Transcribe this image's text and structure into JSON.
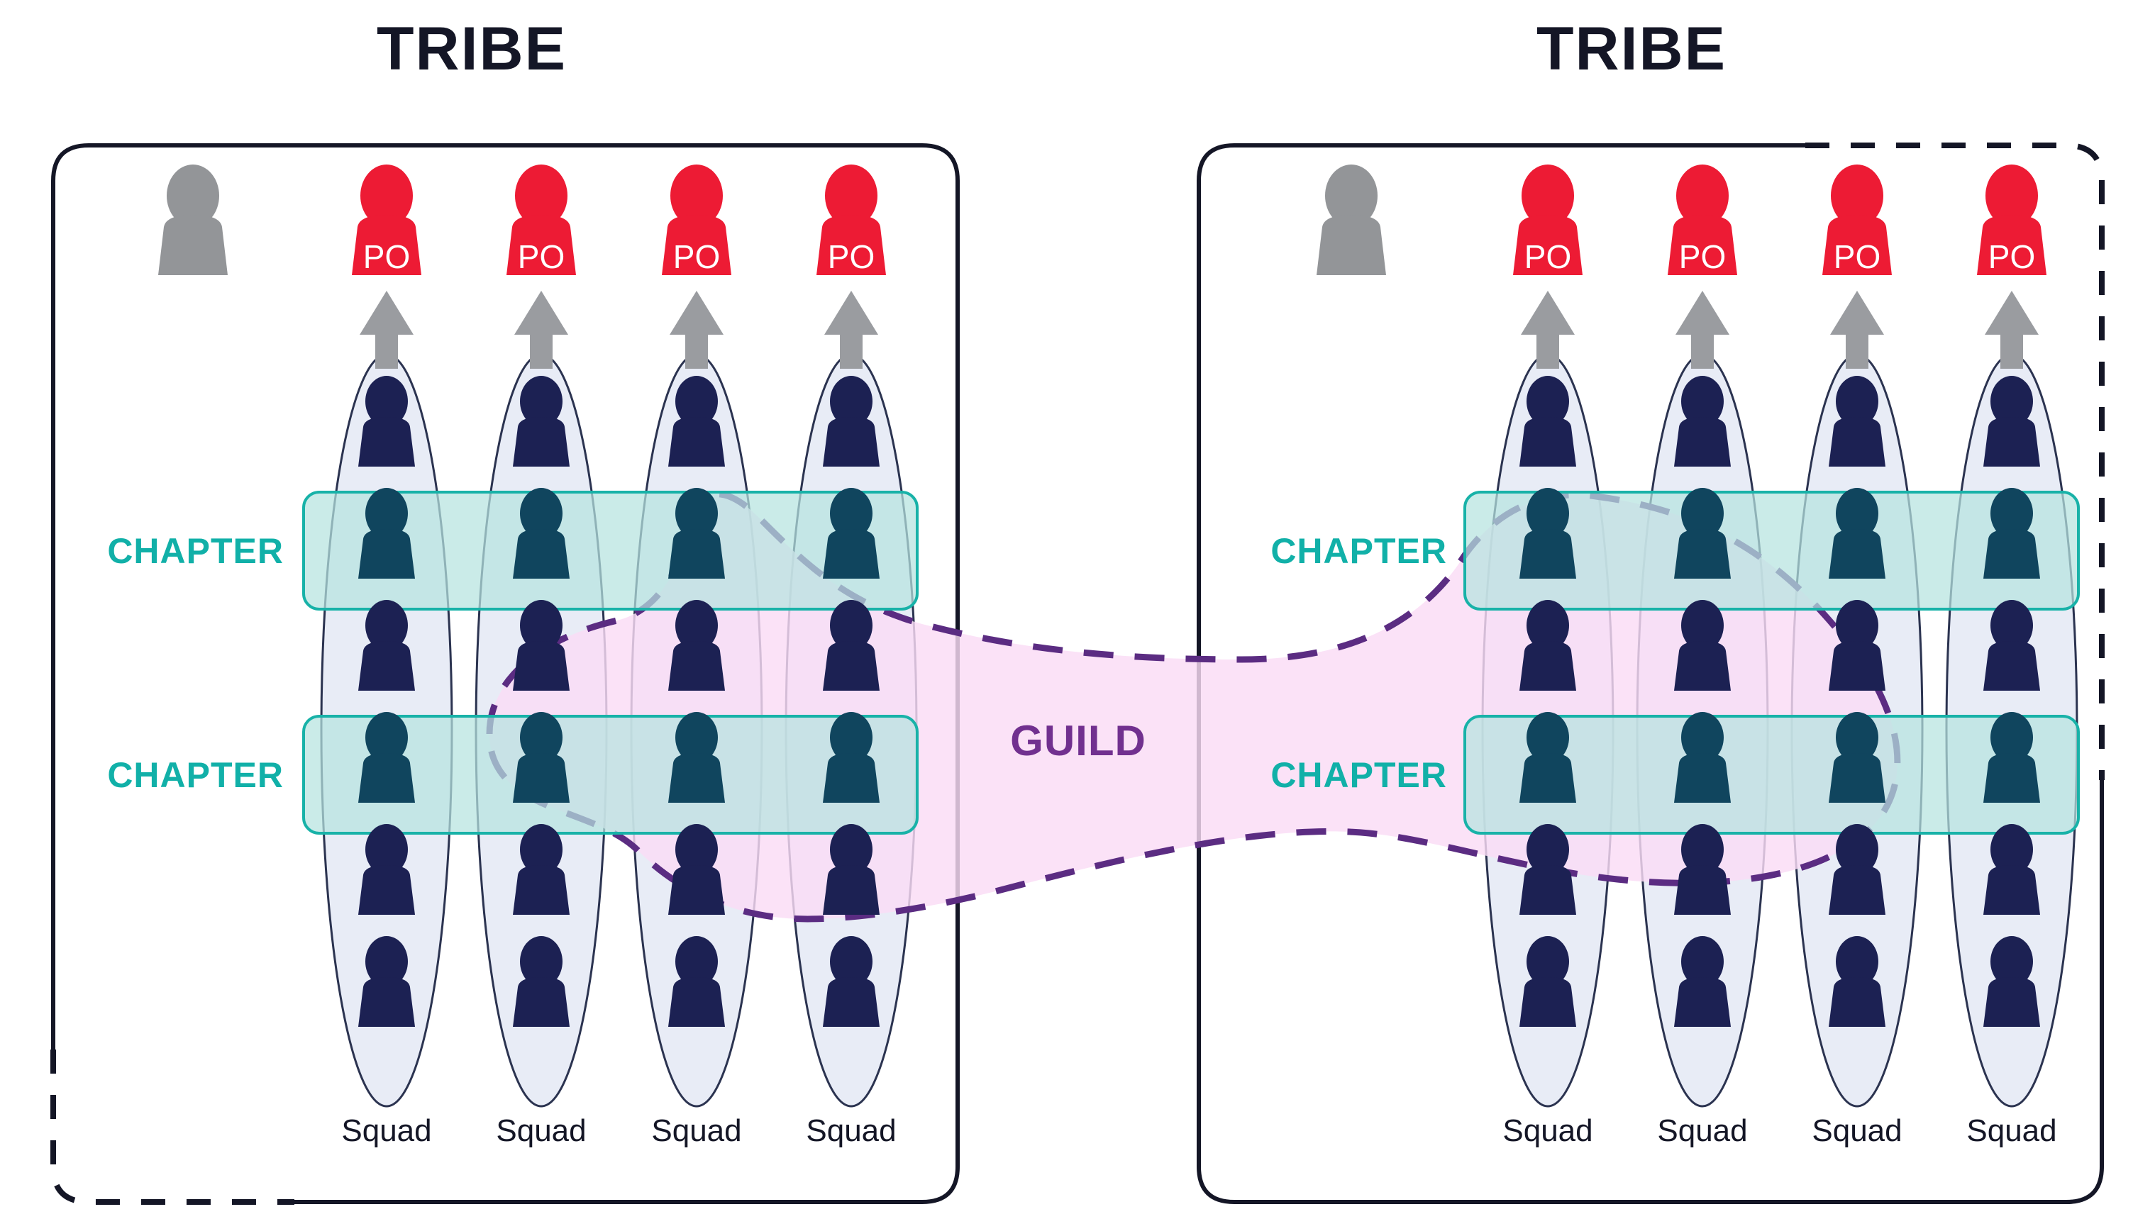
{
  "diagram": {
    "title_left": "TRIBE",
    "title_right": "TRIBE",
    "guild_label": "GUILD",
    "chapter_label": "CHAPTER",
    "squad_label": "Squad",
    "po_label": "PO"
  },
  "colors": {
    "tribe_border": "#141626",
    "squad_fill": "#E8ECF6",
    "squad_stroke": "#2B3350",
    "person_dark": "#1C2153",
    "person_chapter": "#10455E",
    "person_manager": "#939598",
    "po_red": "#ED1B34",
    "chapter_teal_fill": "#B6E3DF",
    "chapter_teal_stroke": "#18B2A8",
    "chapter_text": "#11B0A8",
    "guild_fill": "#FADCF5",
    "guild_stroke": "#5B2C82",
    "guild_text": "#71308F",
    "arrow_gray": "#9A9CA0",
    "background": "#FFFFFF"
  },
  "tribes": [
    {
      "id": "tribe-left",
      "title": "TRIBE",
      "border_style": "solid-top-dashed-bottom-left",
      "manager": {
        "label": "",
        "role": "tribe-lead"
      },
      "squads": [
        {
          "label": "Squad",
          "po": "PO",
          "members": 6,
          "chapter_rows": [
            2,
            4
          ]
        },
        {
          "label": "Squad",
          "po": "PO",
          "members": 6,
          "chapter_rows": [
            2,
            4
          ]
        },
        {
          "label": "Squad",
          "po": "PO",
          "members": 6,
          "chapter_rows": [
            2,
            4
          ]
        },
        {
          "label": "Squad",
          "po": "PO",
          "members": 6,
          "chapter_rows": [
            2,
            4
          ]
        }
      ],
      "chapters": [
        {
          "label": "CHAPTER",
          "row": 2
        },
        {
          "label": "CHAPTER",
          "row": 4
        }
      ]
    },
    {
      "id": "tribe-right",
      "title": "TRIBE",
      "border_style": "solid-left-bottom-dashed-top-right",
      "manager": {
        "label": "",
        "role": "tribe-lead"
      },
      "squads": [
        {
          "label": "Squad",
          "po": "PO",
          "members": 6,
          "chapter_rows": [
            2,
            4
          ]
        },
        {
          "label": "Squad",
          "po": "PO",
          "members": 6,
          "chapter_rows": [
            2,
            4
          ]
        },
        {
          "label": "Squad",
          "po": "PO",
          "members": 6,
          "chapter_rows": [
            2,
            4
          ]
        },
        {
          "label": "Squad",
          "po": "PO",
          "members": 6,
          "chapter_rows": [
            2,
            4
          ]
        }
      ],
      "chapters": [
        {
          "label": "CHAPTER",
          "row": 2
        },
        {
          "label": "CHAPTER",
          "row": 4
        }
      ]
    }
  ],
  "guild": {
    "label": "GUILD",
    "spans_tribes": 2,
    "style": "dashed-outline-pink-fill"
  }
}
